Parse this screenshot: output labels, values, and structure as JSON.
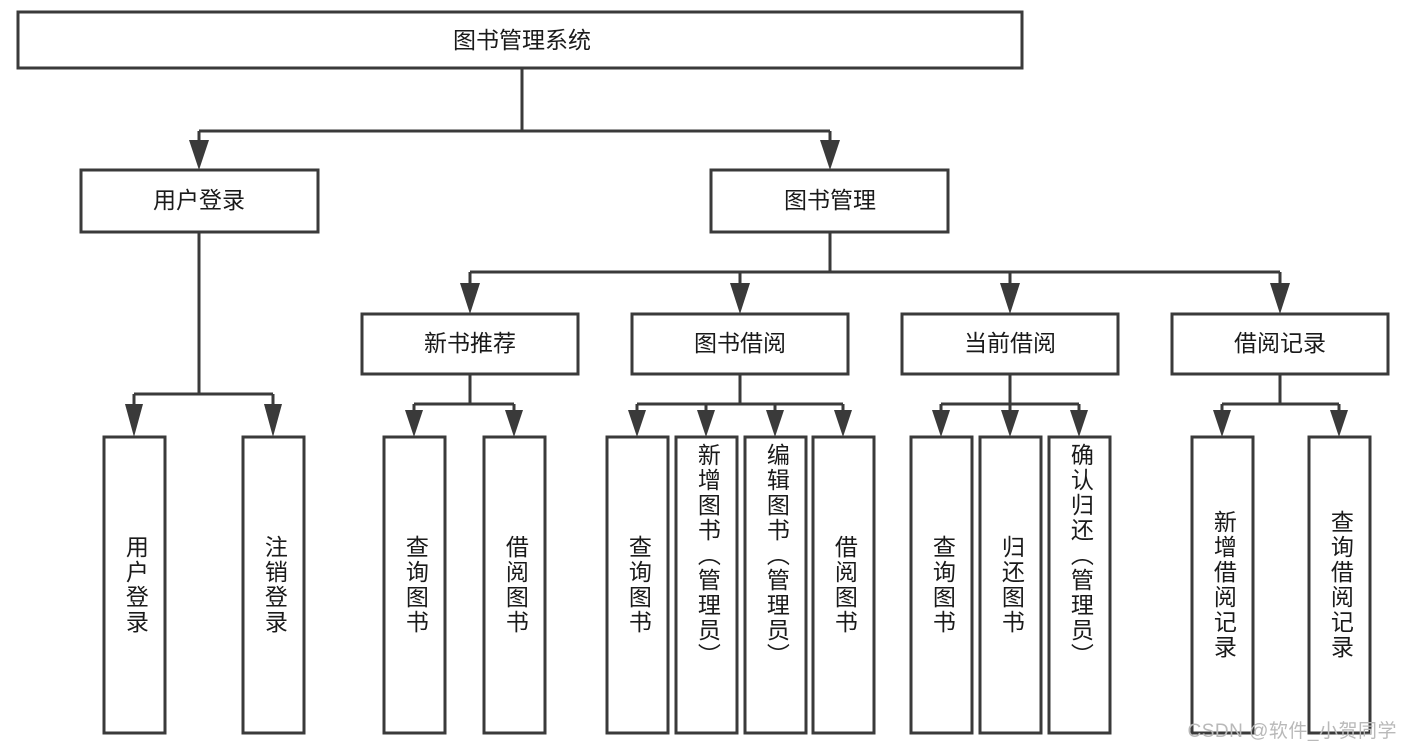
{
  "diagram": {
    "title": "图书管理系统",
    "type": "tree",
    "orientation": "top-down",
    "theme": {
      "background": "#ffffff",
      "box_fill": "#ffffff",
      "box_stroke": "#3a3a3a",
      "text_color": "#1a1a1a",
      "watermark_color": "#b9b9b9"
    },
    "root": {
      "label": "图书管理系统"
    },
    "level2": [
      {
        "label": "用户登录"
      },
      {
        "label": "图书管理"
      }
    ],
    "level3": [
      {
        "label": "新书推荐"
      },
      {
        "label": "图书借阅"
      },
      {
        "label": "当前借阅"
      },
      {
        "label": "借阅记录"
      }
    ],
    "leaves": {
      "user_login": [
        {
          "label": "用户登录"
        },
        {
          "label": "注销登录"
        }
      ],
      "new_book_recommend": [
        {
          "label": "查询图书"
        },
        {
          "label": "借阅图书"
        }
      ],
      "book_borrow": [
        {
          "label": "查询图书"
        },
        {
          "label": "新增图书（管理员）"
        },
        {
          "label": "编辑图书（管理员）"
        },
        {
          "label": "借阅图书"
        }
      ],
      "current_borrow": [
        {
          "label": "查询图书"
        },
        {
          "label": "归还图书"
        },
        {
          "label": "确认归还（管理员）"
        }
      ],
      "borrow_record": [
        {
          "label": "新增借阅记录"
        },
        {
          "label": "查询借阅记录"
        }
      ]
    },
    "watermark": "CSDN @软件_小贺同学"
  }
}
